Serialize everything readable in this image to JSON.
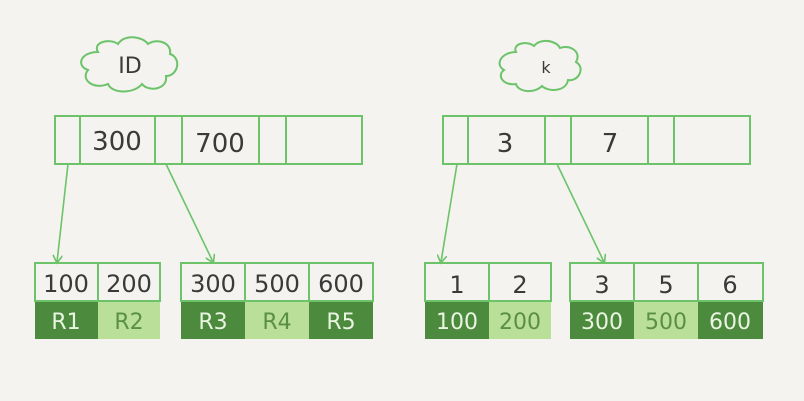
{
  "colors": {
    "background": "#f4f3ef",
    "line_green": "#6cc36a",
    "dark_green": "#4c8a3d",
    "light_green": "#b9df99",
    "text_dark": "#3a3a3a",
    "text_light": "#e9f5e1"
  },
  "trees": [
    {
      "index_label": "ID",
      "root_keys": [
        "300",
        "700"
      ],
      "leaves": [
        {
          "keys": [
            "100",
            "200"
          ],
          "rows": [
            "R1",
            "R2"
          ]
        },
        {
          "keys": [
            "300",
            "500",
            "600"
          ],
          "rows": [
            "R3",
            "R4",
            "R5"
          ]
        }
      ]
    },
    {
      "index_label": "k",
      "root_keys": [
        "3",
        "7"
      ],
      "leaves": [
        {
          "keys": [
            "1",
            "2"
          ],
          "rows": [
            "100",
            "200"
          ]
        },
        {
          "keys": [
            "3",
            "5",
            "6"
          ],
          "rows": [
            "300",
            "500",
            "600"
          ]
        }
      ]
    }
  ]
}
